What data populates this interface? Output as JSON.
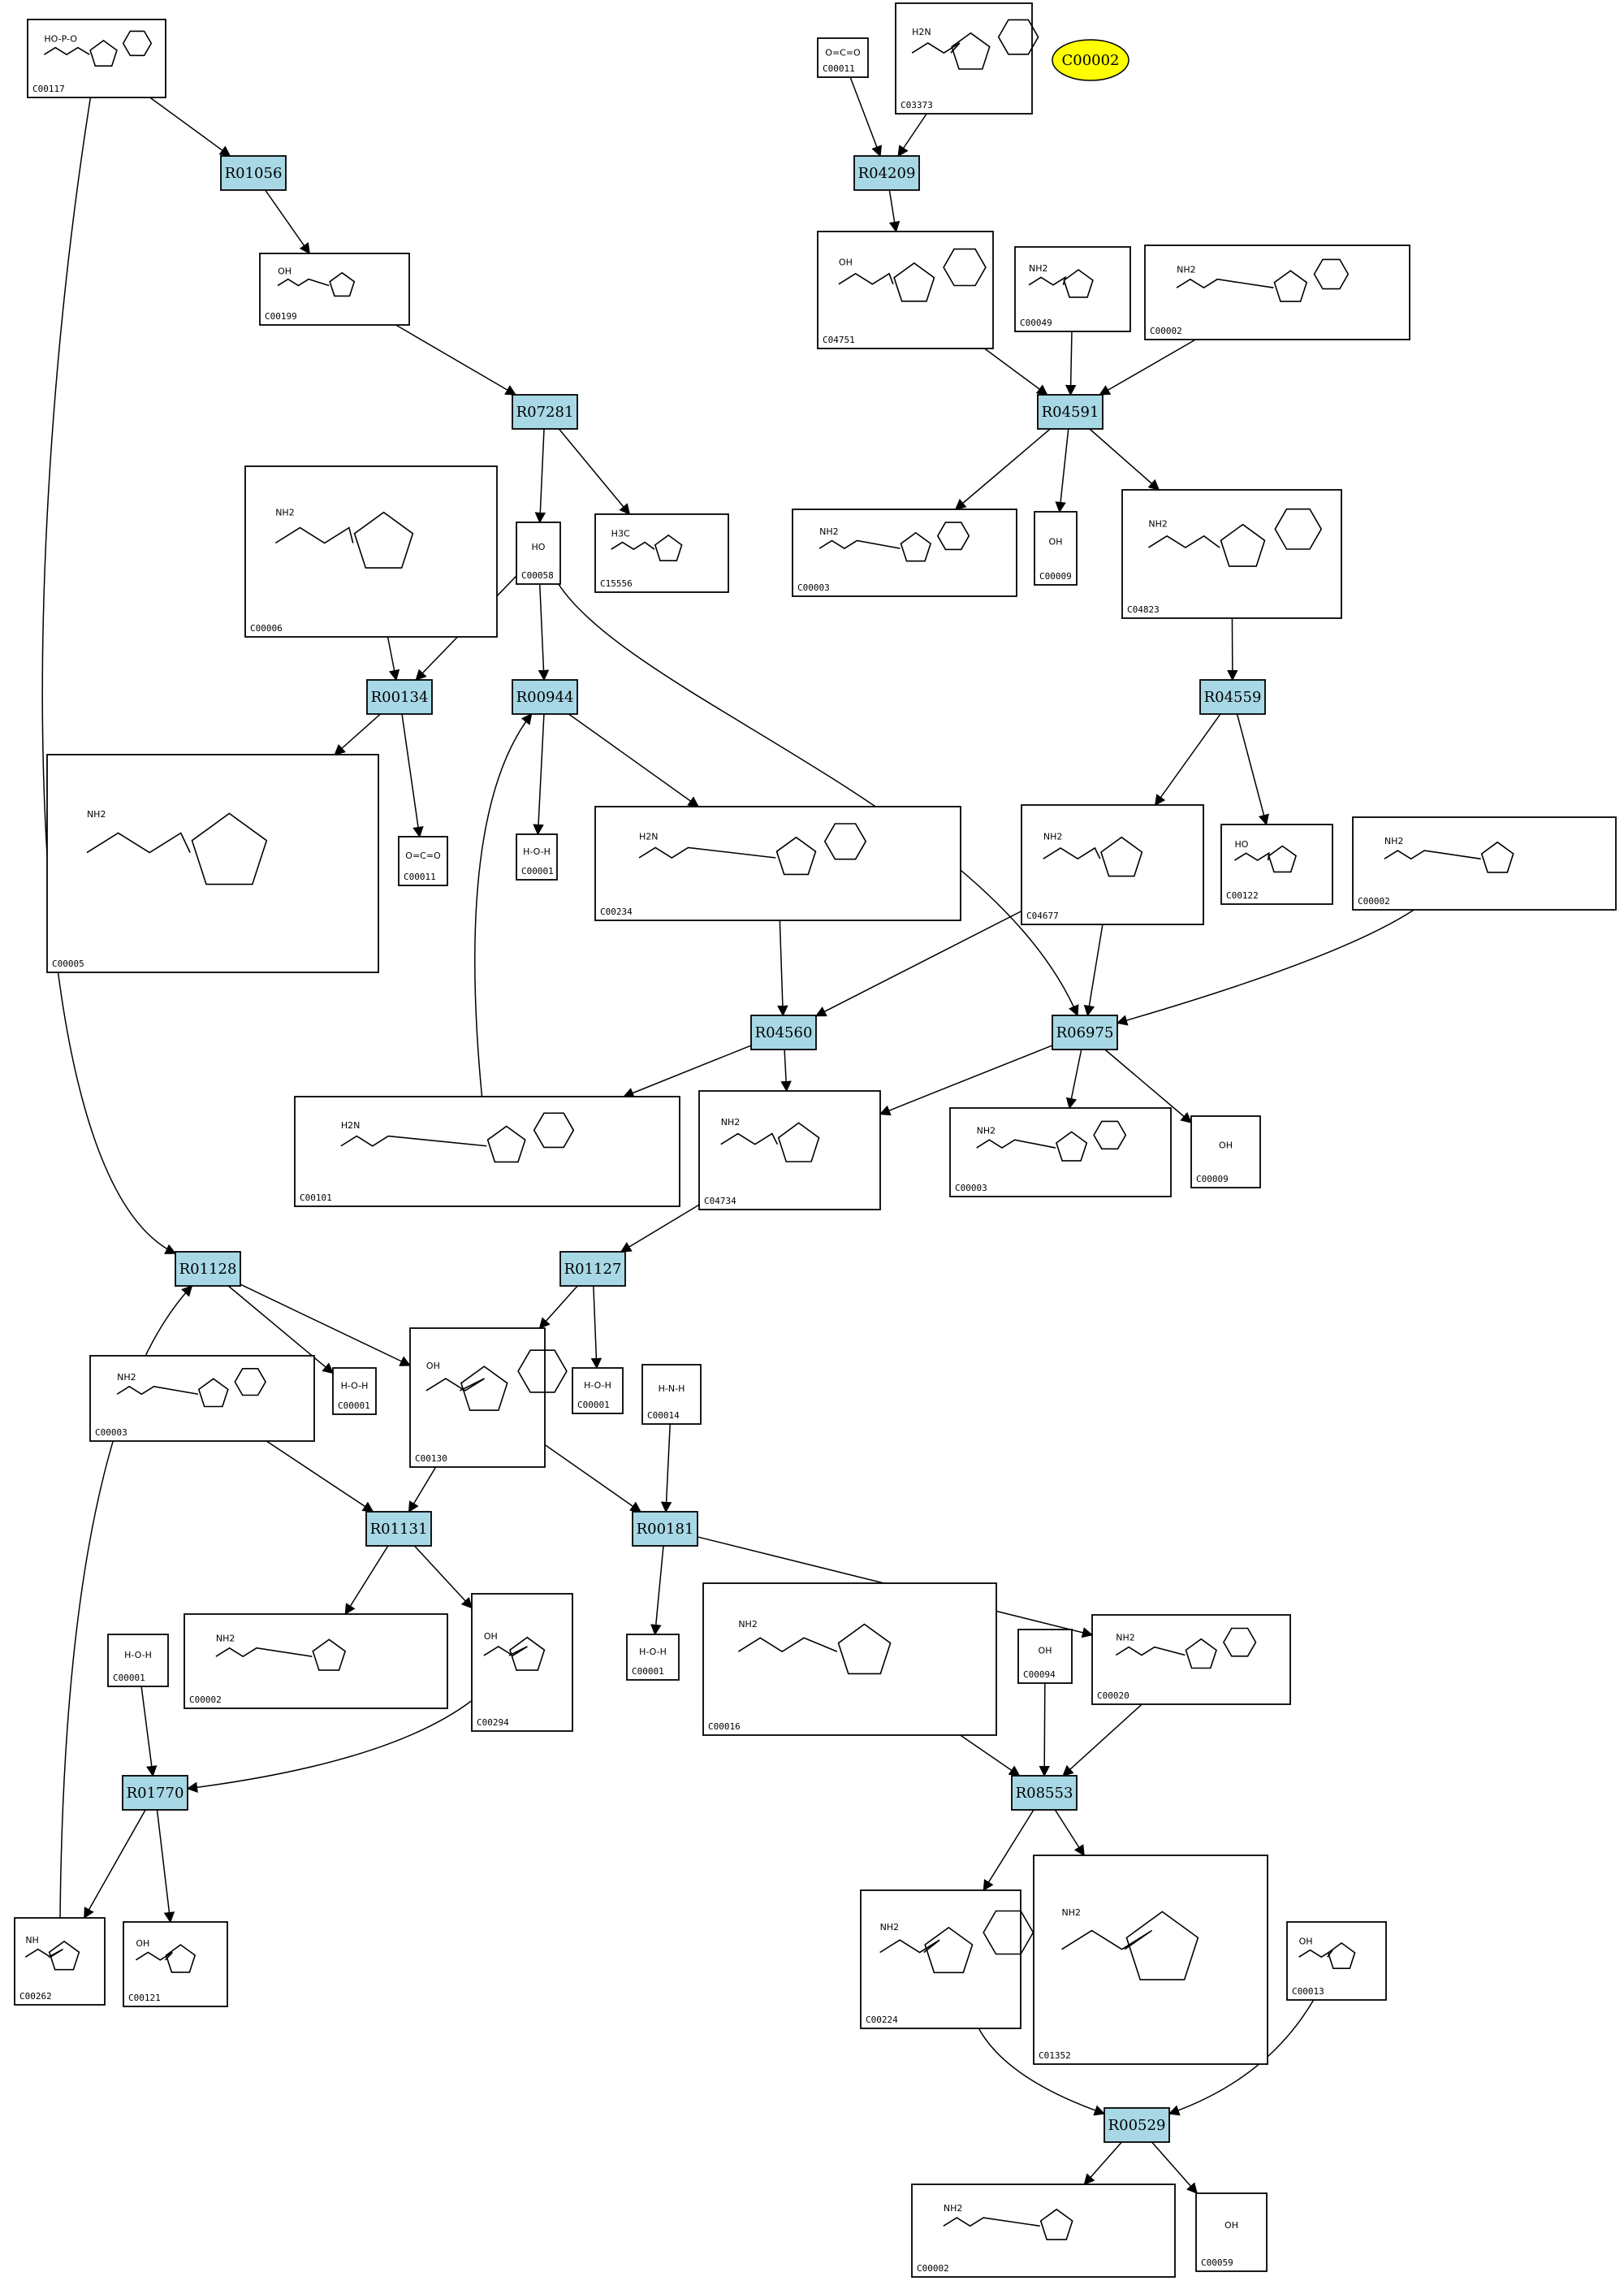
{
  "highlighted_compound": "C00002",
  "compounds": [
    {
      "key": "C00117",
      "label": "C00117",
      "formula_text": "HO-P-O"
    },
    {
      "key": "C00011_a",
      "label": "C00011",
      "formula_text": "O=C=O"
    },
    {
      "key": "C03373",
      "label": "C03373",
      "formula_text": "H2N"
    },
    {
      "key": "C00199",
      "label": "C00199",
      "formula_text": "OH"
    },
    {
      "key": "C04751",
      "label": "C04751",
      "formula_text": "OH"
    },
    {
      "key": "C00049",
      "label": "C00049",
      "formula_text": "NH2"
    },
    {
      "key": "C00002_a",
      "label": "C00002",
      "formula_text": "NH2"
    },
    {
      "key": "C00006",
      "label": "C00006",
      "formula_text": "NH2"
    },
    {
      "key": "C00058",
      "label": "C00058",
      "formula_text": "HO"
    },
    {
      "key": "C15556",
      "label": "C15556",
      "formula_text": "H3C"
    },
    {
      "key": "C00003_a",
      "label": "C00003",
      "formula_text": "NH2"
    },
    {
      "key": "C00009_a",
      "label": "C00009",
      "formula_text": "OH"
    },
    {
      "key": "C04823",
      "label": "C04823",
      "formula_text": "NH2"
    },
    {
      "key": "C00005",
      "label": "C00005",
      "formula_text": "NH2"
    },
    {
      "key": "C00011_b",
      "label": "C00011",
      "formula_text": "O=C=O"
    },
    {
      "key": "C00001_a",
      "label": "C00001",
      "formula_text": "H-O-H"
    },
    {
      "key": "C00234",
      "label": "C00234",
      "formula_text": "H2N"
    },
    {
      "key": "C04677",
      "label": "C04677",
      "formula_text": "NH2"
    },
    {
      "key": "C00122",
      "label": "C00122",
      "formula_text": "HO"
    },
    {
      "key": "C00002_b",
      "label": "C00002",
      "formula_text": "NH2"
    },
    {
      "key": "C00101",
      "label": "C00101",
      "formula_text": "H2N"
    },
    {
      "key": "C04734",
      "label": "C04734",
      "formula_text": "NH2"
    },
    {
      "key": "C00003_b",
      "label": "C00003",
      "formula_text": "NH2"
    },
    {
      "key": "C00009_b",
      "label": "C00009",
      "formula_text": "OH"
    },
    {
      "key": "C00003_c",
      "label": "C00003",
      "formula_text": "NH2"
    },
    {
      "key": "C00001_b",
      "label": "C00001",
      "formula_text": "H-O-H"
    },
    {
      "key": "C00130",
      "label": "C00130",
      "formula_text": "OH"
    },
    {
      "key": "C00001_c",
      "label": "C00001",
      "formula_text": "H-O-H"
    },
    {
      "key": "C00014",
      "label": "C00014",
      "formula_text": "H-N-H"
    },
    {
      "key": "C00002_c",
      "label": "C00002",
      "formula_text": "NH2"
    },
    {
      "key": "C00294",
      "label": "C00294",
      "formula_text": "OH"
    },
    {
      "key": "C00016",
      "label": "C00016",
      "formula_text": "NH2"
    },
    {
      "key": "C00001_d",
      "label": "C00001",
      "formula_text": "H-O-H"
    },
    {
      "key": "C00094",
      "label": "C00094",
      "formula_text": "OH"
    },
    {
      "key": "C00020",
      "label": "C00020",
      "formula_text": "NH2"
    },
    {
      "key": "C00001_e",
      "label": "C00001",
      "formula_text": "H-O-H"
    },
    {
      "key": "C00262",
      "label": "C00262",
      "formula_text": "NH"
    },
    {
      "key": "C00121",
      "label": "C00121",
      "formula_text": "OH"
    },
    {
      "key": "C00224",
      "label": "C00224",
      "formula_text": "NH2"
    },
    {
      "key": "C01352",
      "label": "C01352",
      "formula_text": "NH2"
    },
    {
      "key": "C00013",
      "label": "C00013",
      "formula_text": "OH"
    },
    {
      "key": "C00002_d",
      "label": "C00002",
      "formula_text": "NH2"
    },
    {
      "key": "C00059",
      "label": "C00059",
      "formula_text": "OH"
    }
  ],
  "reactions": [
    {
      "key": "R01056",
      "label": "R01056"
    },
    {
      "key": "R04209",
      "label": "R04209"
    },
    {
      "key": "R07281",
      "label": "R07281"
    },
    {
      "key": "R04591",
      "label": "R04591"
    },
    {
      "key": "R00134",
      "label": "R00134"
    },
    {
      "key": "R00944",
      "label": "R00944"
    },
    {
      "key": "R04559",
      "label": "R04559"
    },
    {
      "key": "R04560",
      "label": "R04560"
    },
    {
      "key": "R06975",
      "label": "R06975"
    },
    {
      "key": "R01128",
      "label": "R01128"
    },
    {
      "key": "R01127",
      "label": "R01127"
    },
    {
      "key": "R01131",
      "label": "R01131"
    },
    {
      "key": "R00181",
      "label": "R00181"
    },
    {
      "key": "R01770",
      "label": "R01770"
    },
    {
      "key": "R08553",
      "label": "R08553"
    },
    {
      "key": "R00529",
      "label": "R00529"
    }
  ],
  "edges": [
    [
      "C00117",
      "R01056"
    ],
    [
      "C00117",
      "R01128"
    ],
    [
      "R01056",
      "C00199"
    ],
    [
      "C00199",
      "R07281"
    ],
    [
      "C00011_a",
      "R04209"
    ],
    [
      "C03373",
      "R04209"
    ],
    [
      "R04209",
      "C04751"
    ],
    [
      "R07281",
      "C00058"
    ],
    [
      "R07281",
      "C15556"
    ],
    [
      "C04751",
      "R04591"
    ],
    [
      "C00049",
      "R04591"
    ],
    [
      "C00002_a",
      "R04591"
    ],
    [
      "R04591",
      "C00003_a"
    ],
    [
      "R04591",
      "C00009_a"
    ],
    [
      "R04591",
      "C04823"
    ],
    [
      "C00006",
      "R00134"
    ],
    [
      "C00058",
      "R00134"
    ],
    [
      "C00058",
      "R00944"
    ],
    [
      "C00058",
      "R06975"
    ],
    [
      "R00134",
      "C00005"
    ],
    [
      "R00134",
      "C00011_b"
    ],
    [
      "R00944",
      "C00001_a"
    ],
    [
      "R00944",
      "C00234"
    ],
    [
      "C00101",
      "R00944"
    ],
    [
      "C04823",
      "R04559"
    ],
    [
      "R04559",
      "C04677"
    ],
    [
      "R04559",
      "C00122"
    ],
    [
      "C00234",
      "R04560"
    ],
    [
      "C04677",
      "R04560"
    ],
    [
      "C04677",
      "R06975"
    ],
    [
      "C00002_b",
      "R06975"
    ],
    [
      "R04560",
      "C00101"
    ],
    [
      "R04560",
      "C04734"
    ],
    [
      "R06975",
      "C04734"
    ],
    [
      "R06975",
      "C00003_b"
    ],
    [
      "R06975",
      "C00009_b"
    ],
    [
      "C04734",
      "R01127"
    ],
    [
      "R01127",
      "C00130"
    ],
    [
      "R01127",
      "C00001_c"
    ],
    [
      "R01128",
      "C00001_b"
    ],
    [
      "R01128",
      "C00130"
    ],
    [
      "C00262",
      "R01128"
    ],
    [
      "C00003_c",
      "R01131"
    ],
    [
      "C00130",
      "R01131"
    ],
    [
      "C00130",
      "R00181"
    ],
    [
      "C00014",
      "R00181"
    ],
    [
      "R01131",
      "C00002_c"
    ],
    [
      "R01131",
      "C00294"
    ],
    [
      "R00181",
      "C00001_d"
    ],
    [
      "R00181",
      "C00020"
    ],
    [
      "C00001_e",
      "R01770"
    ],
    [
      "C00294",
      "R01770"
    ],
    [
      "R01770",
      "C00262"
    ],
    [
      "R01770",
      "C00121"
    ],
    [
      "C00016",
      "R08553"
    ],
    [
      "C00094",
      "R08553"
    ],
    [
      "C00020",
      "R08553"
    ],
    [
      "R08553",
      "C00224"
    ],
    [
      "R08553",
      "C01352"
    ],
    [
      "C00224",
      "R00529"
    ],
    [
      "C00013",
      "R00529"
    ],
    [
      "R00529",
      "C00002_d"
    ],
    [
      "R00529",
      "C00059"
    ]
  ]
}
